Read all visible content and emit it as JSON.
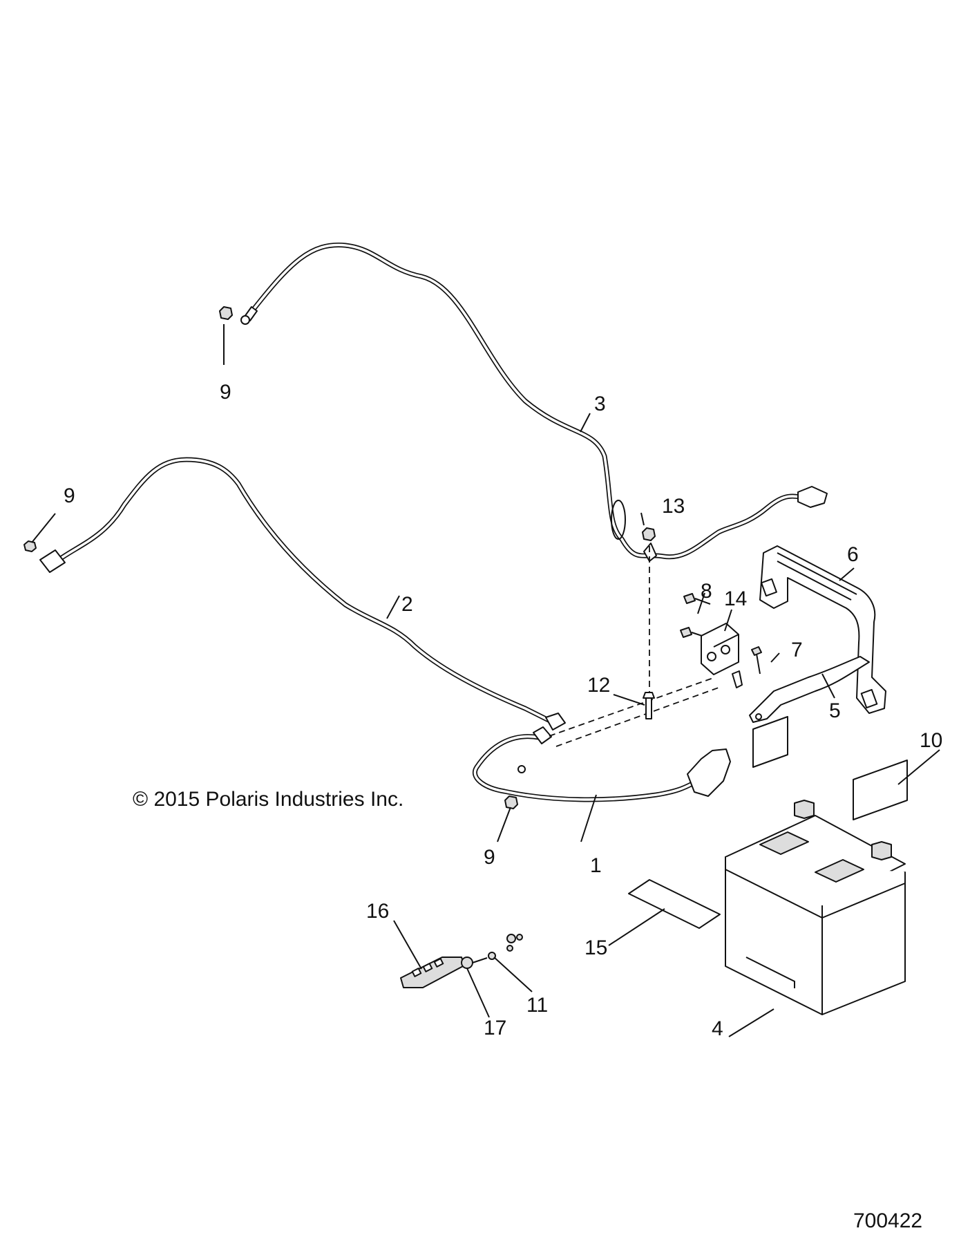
{
  "copyright": "© 2015 Polaris Industries Inc.",
  "figure_number": "700422",
  "callouts": {
    "c1": "1",
    "c2": "2",
    "c3": "3",
    "c4": "4",
    "c5": "5",
    "c6": "6",
    "c7": "7",
    "c8": "8",
    "c9a": "9",
    "c9b": "9",
    "c9c": "9",
    "c10": "10",
    "c11": "11",
    "c12": "12",
    "c13": "13",
    "c14": "14",
    "c15": "15",
    "c16": "16",
    "c17": "17"
  }
}
